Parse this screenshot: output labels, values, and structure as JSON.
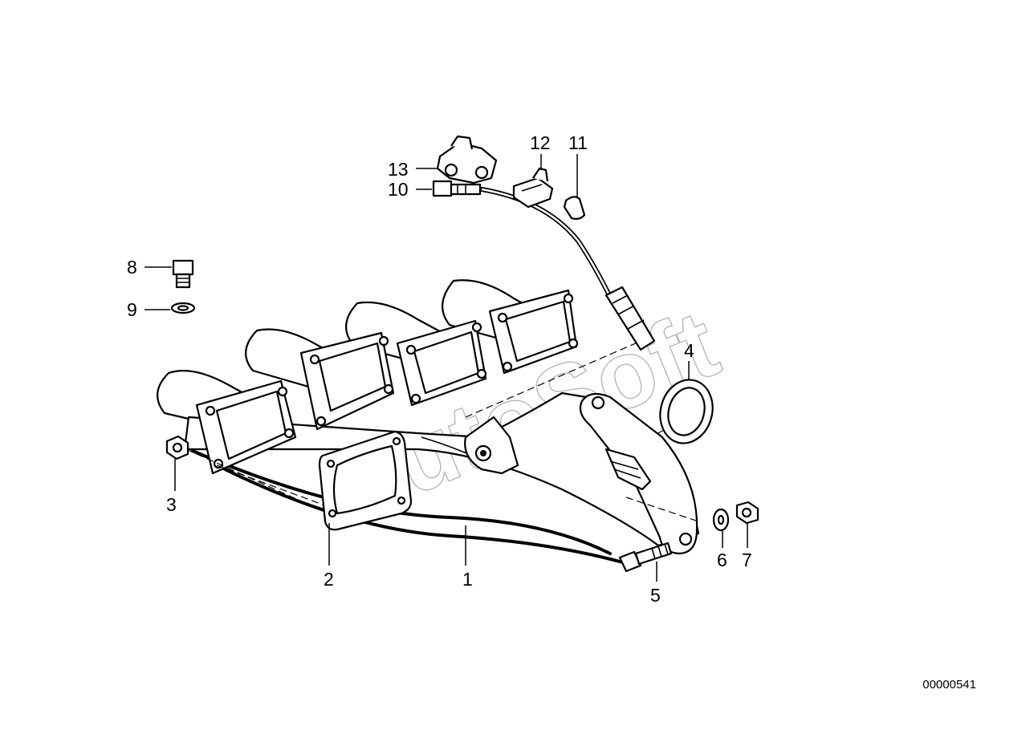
{
  "diagram": {
    "reference_number": "00000541",
    "watermark": "AutoSoft",
    "callouts": [
      {
        "id": "1",
        "label": "1"
      },
      {
        "id": "2",
        "label": "2"
      },
      {
        "id": "3",
        "label": "3"
      },
      {
        "id": "4",
        "label": "4"
      },
      {
        "id": "5",
        "label": "5"
      },
      {
        "id": "6",
        "label": "6"
      },
      {
        "id": "7",
        "label": "7"
      },
      {
        "id": "8",
        "label": "8"
      },
      {
        "id": "9",
        "label": "9"
      },
      {
        "id": "10",
        "label": "10"
      },
      {
        "id": "11",
        "label": "11"
      },
      {
        "id": "12",
        "label": "12"
      },
      {
        "id": "13",
        "label": "13"
      }
    ]
  }
}
